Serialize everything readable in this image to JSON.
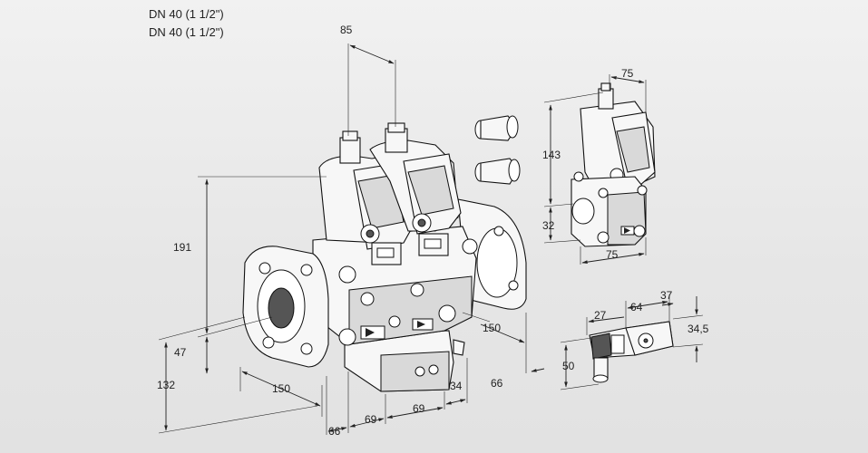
{
  "header": {
    "line1": "DN 40 (1 1/2\")",
    "line2": "DN 40 (1 1/2\")"
  },
  "dimensions": {
    "d85": "85",
    "d191": "191",
    "d47": "47",
    "d132": "132",
    "d150_left": "150",
    "d66_bottom": "66",
    "d69_a": "69",
    "d69_b": "69",
    "d34": "34",
    "d150_right": "150",
    "d66_right": "66",
    "d75_top": "75",
    "d143": "143",
    "d32": "32",
    "d75_bottom": "75",
    "d27": "27",
    "d64": "64",
    "d37": "37",
    "d34_5": "34,5",
    "d50": "50"
  }
}
